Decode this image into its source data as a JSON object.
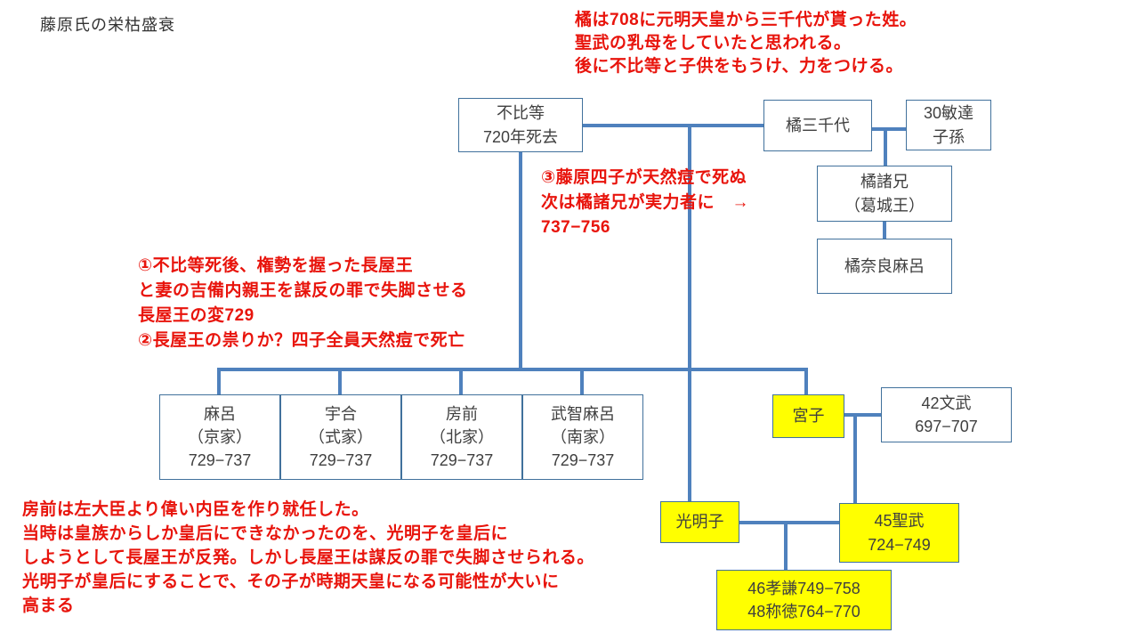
{
  "title": "藤原氏の栄枯盛衰",
  "colors": {
    "connector": "#4f81bd",
    "box_border": "#41719c",
    "highlight_fill": "#ffff00",
    "note_red": "#e8140c",
    "text": "#3f3f3f",
    "background": "#ffffff"
  },
  "notes": {
    "tachibana_origin": "橘は708に元明天皇から三千代が貰った姓。\n聖武の乳母をしていたと思われる。\n後に不比等と子供をもうけ、力をつける。",
    "smallpox": "③藤原四子が天然痘で死ぬ\n次は橘諸兄が実力者に　→\n737−756",
    "nagaya_incident": "①不比等死後、権勢を握った長屋王\nと妻の吉備内親王を謀反の罪で失脚させる\n長屋王の変729\n②長屋王の祟りか？四子全員天然痘で死亡",
    "empress_komyoshi": "房前は左大臣より偉い内臣を作り就任した。\n当時は皇族からしか皇后にできなかったのを、光明子を皇后に\nしようとして長屋王が反発。しかし長屋王は謀反の罪で失脚させられる。\n光明子が皇后にすることで、その子が時期天皇になる可能性が大いに\n高まる"
  },
  "nodes": {
    "fuhito": {
      "label": "不比等\n720年死去",
      "highlight": false
    },
    "michiyo": {
      "label": "橘三千代",
      "highlight": false
    },
    "bidatsu": {
      "label": "30敏達\n子孫",
      "highlight": false
    },
    "moroe": {
      "label": "橘諸兄\n（葛城王）",
      "highlight": false
    },
    "naramaro": {
      "label": "橘奈良麻呂",
      "highlight": false
    },
    "maro": {
      "label": "麻呂\n（京家）\n729−737",
      "highlight": false
    },
    "umakai": {
      "label": "宇合\n（式家）\n729−737",
      "highlight": false
    },
    "fusasaki": {
      "label": "房前\n（北家）\n729−737",
      "highlight": false
    },
    "muchimaro": {
      "label": "武智麻呂\n（南家）\n729−737",
      "highlight": false
    },
    "miyako": {
      "label": "宮子",
      "highlight": true
    },
    "monmu": {
      "label": "42文武\n697−707",
      "highlight": false
    },
    "komyoshi": {
      "label": "光明子",
      "highlight": true
    },
    "shomu": {
      "label": "45聖武\n724−749",
      "highlight": true
    },
    "koken": {
      "label": "46孝謙749−758\n48称徳764−770",
      "highlight": true
    }
  }
}
